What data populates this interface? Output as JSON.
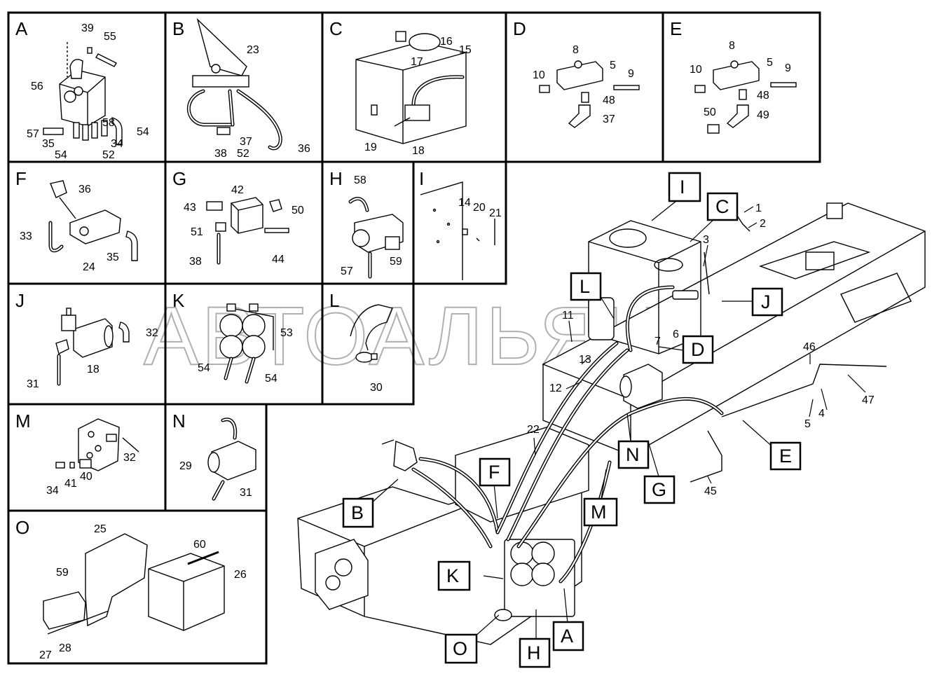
{
  "watermark": "АВТОАЛЬЯНС",
  "panels": [
    {
      "letter": "A",
      "parts": [
        "39",
        "55",
        "56",
        "58",
        "57",
        "54",
        "35",
        "34",
        "54",
        "52"
      ]
    },
    {
      "letter": "B",
      "parts": [
        "23",
        "37",
        "38",
        "52",
        "36"
      ]
    },
    {
      "letter": "C",
      "parts": [
        "16",
        "15",
        "17",
        "19",
        "18"
      ]
    },
    {
      "letter": "D",
      "parts": [
        "8",
        "5",
        "9",
        "10",
        "48",
        "37"
      ]
    },
    {
      "letter": "E",
      "parts": [
        "8",
        "5",
        "9",
        "10",
        "48",
        "50",
        "49"
      ]
    },
    {
      "letter": "F",
      "parts": [
        "36",
        "33",
        "24",
        "35"
      ]
    },
    {
      "letter": "G",
      "parts": [
        "42",
        "43",
        "50",
        "51",
        "38",
        "44"
      ]
    },
    {
      "letter": "H",
      "parts": [
        "58",
        "57",
        "59"
      ]
    },
    {
      "letter": "I",
      "parts": [
        "14",
        "20",
        "21"
      ]
    },
    {
      "letter": "J",
      "parts": [
        "32",
        "18",
        "31"
      ]
    },
    {
      "letter": "K",
      "parts": [
        "53",
        "54",
        "54"
      ]
    },
    {
      "letter": "L",
      "parts": [
        "30"
      ]
    },
    {
      "letter": "M",
      "parts": [
        "32",
        "34",
        "41",
        "40"
      ]
    },
    {
      "letter": "N",
      "parts": [
        "29",
        "31"
      ]
    },
    {
      "letter": "O",
      "parts": [
        "25",
        "60",
        "26",
        "59",
        "27",
        "28"
      ]
    }
  ],
  "main_view": {
    "callouts": [
      "I",
      "C",
      "L",
      "J",
      "D",
      "N",
      "G",
      "E",
      "F",
      "M",
      "B",
      "K",
      "A",
      "O",
      "H"
    ],
    "parts": [
      "1",
      "2",
      "3",
      "11",
      "7",
      "6",
      "13",
      "12",
      "22",
      "46",
      "4",
      "5",
      "47",
      "45"
    ]
  }
}
